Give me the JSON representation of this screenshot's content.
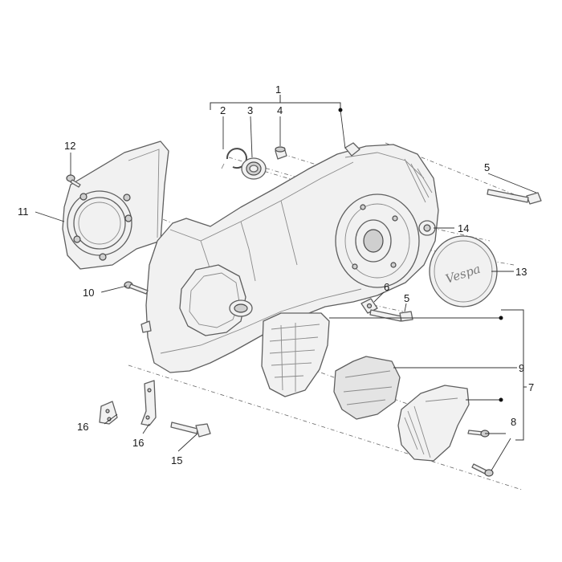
{
  "diagram": {
    "callouts": {
      "c1": "1",
      "c2": "2",
      "c3": "3",
      "c4": "4",
      "c5a": "5",
      "c5b": "5",
      "c6": "6",
      "c7": "7",
      "c8": "8",
      "c9": "9",
      "c10": "10",
      "c11": "11",
      "c12": "12",
      "c13": "13",
      "c14": "14",
      "c15": "15",
      "c16a": "16",
      "c16b": "16"
    },
    "logo_text": "Vespa",
    "colors": {
      "line": "#5f5f5f",
      "fill": "#f1f1f1",
      "text": "#1a1a1a",
      "background": "#ffffff"
    }
  }
}
